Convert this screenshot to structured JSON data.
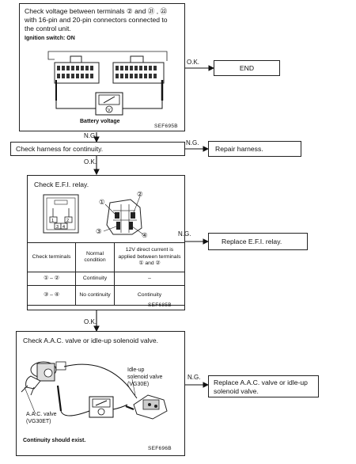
{
  "step1": {
    "text_l1": "Check voltage between terminals ② and ㉑ , ㉒",
    "text_l2": "with 16-pin and 20-pin connectors connected to",
    "text_l3": "the control unit.",
    "ignition": "Ignition switch: ON",
    "meter_caption": "Battery voltage",
    "code": "SEF695B",
    "ok": "O.K.",
    "ng": "N.G."
  },
  "end_box": {
    "label": "END"
  },
  "step2": {
    "text": "Check harness for continuity.",
    "ng": "N.G.",
    "ok": "O.K."
  },
  "repair_box": {
    "label": "Repair harness."
  },
  "step3": {
    "title": "Check E.F.I. relay.",
    "relay_terms": [
      "①",
      "②",
      "③",
      "④"
    ],
    "relay_small": [
      "1",
      "2",
      "3",
      "4"
    ],
    "table": {
      "headers": [
        "Check terminals",
        "Normal condition",
        "12V direct current is applied between terminals ① and ②"
      ],
      "rows": [
        [
          "① – ②",
          "Continuity",
          "–"
        ],
        [
          "③ – ④",
          "No continuity",
          "Continuity"
        ]
      ]
    },
    "code": "SEF685B",
    "ng": "N.G.",
    "ok": "O.K."
  },
  "replace_relay_box": {
    "label": "Replace E.F.I. relay."
  },
  "step4": {
    "title": "Check A.A.C. valve or idle-up solenoid valve.",
    "idle_up_label": "Idle-up\nsolenoid valve\n(VG30E)",
    "aac_label": "A.A.C. valve\n(VG30ET)",
    "footer": "Continuity should exist.",
    "code": "SEF696B",
    "ng": "N.G."
  },
  "replace_aac_box": {
    "label_l1": "Replace A.A.C. valve or idle-up",
    "label_l2": "solenoid valve."
  }
}
